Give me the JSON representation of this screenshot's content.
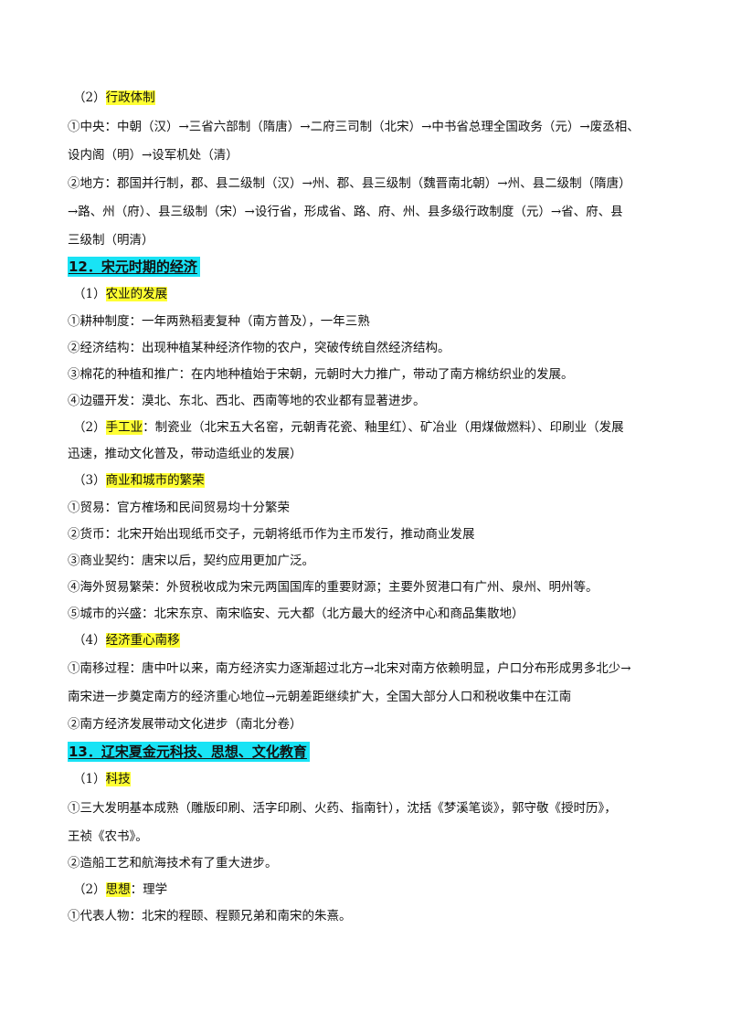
{
  "lines": {
    "l1_prefix": "（2）",
    "l1_hl": "行政体制",
    "l2": "①中央：中朝（汉）→三省六部制（隋唐）→二府三司制（北宋）→中书省总理全国政务（元）→废丞相、",
    "l3": "设内阁（明）→设军机处（清）",
    "l4": "②地方：郡国并行制，郡、县二级制（汉）→州、郡、县三级制（魏晋南北朝）→州、县二级制（隋唐）",
    "l5": "→路、州（府）、县三级制（宋）→设行省，形成省、路、府、州、县多级行政制度（元）→省、府、县",
    "l6": "三级制（明清）",
    "s12": "12．宋元时期的经济",
    "a1_prefix": "（1）",
    "a1_hl": "农业的发展",
    "a2": "①耕种制度：一年两熟稻麦复种（南方普及），一年三熟",
    "a3": "②经济结构：出现种植某种经济作物的农户，突破传统自然经济结构。",
    "a4": "③棉花的种植和推广：在内地种植始于宋朝，元朝时大力推广，带动了南方棉纺织业的发展。",
    "a5": "④边疆开发：漠北、东北、西北、西南等地的农业都有显著进步。",
    "b1_prefix": "（2）",
    "b1_hl": "手工业",
    "b1_rest": "：制瓷业（北宋五大名窑，元朝青花瓷、釉里红）、矿冶业（用煤做燃料）、印刷业（发展",
    "b2": "迅速，推动文化普及，带动造纸业的发展）",
    "c1_prefix": "（3）",
    "c1_hl": "商业和城市的繁荣",
    "c2": "①贸易：官方榷场和民间贸易均十分繁荣",
    "c3": "②货币：北宋开始出现纸币交子，元朝将纸币作为主币发行，推动商业发展",
    "c4": "③商业契约：唐宋以后，契约应用更加广泛。",
    "c5": "④海外贸易繁荣：外贸税收成为宋元两国国库的重要财源；主要外贸港口有广州、泉州、明州等。",
    "c6": "⑤城市的兴盛：北宋东京、南宋临安、元大都（北方最大的经济中心和商品集散地）",
    "d1_prefix": "（4）",
    "d1_hl": "经济重心南移",
    "d2": "①南移过程：唐中叶以来，南方经济实力逐渐超过北方→北宋对南方依赖明显，户口分布形成男多北少→",
    "d3": "南宋进一步奠定南方的经济重心地位→元朝差距继续扩大，全国大部分人口和税收集中在江南",
    "d4": "②南方经济发展带动文化进步（南北分卷）",
    "s13": "13．辽宋夏金元科技、思想、文化教育",
    "e1_prefix": "（1）",
    "e1_hl": "科技",
    "e2": "①三大发明基本成熟（雕版印刷、活字印刷、火药、指南针），沈括《梦溪笔谈》，郭守敬《授时历》，",
    "e3": "王祯《农书》。",
    "e4": "②造船工艺和航海技术有了重大进步。",
    "f1_prefix": "（2）",
    "f1_hl": "思想",
    "f1_rest": "：理学",
    "f2": "①代表人物：北宋的程颐、程颢兄弟和南宋的朱熹。"
  }
}
